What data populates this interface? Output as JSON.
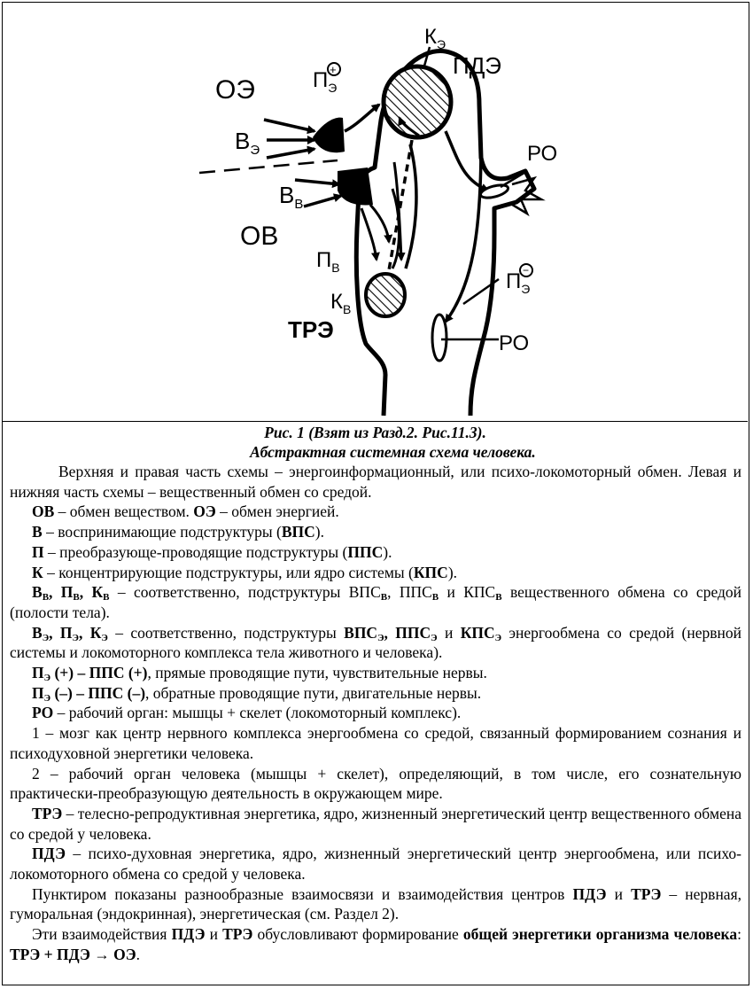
{
  "diagram": {
    "labels": {
      "oe": "ОЭ",
      "ov": "ОВ",
      "ve": "В",
      "ve_sub": "Э",
      "vv": "В",
      "vv_sub": "В",
      "pe_plus": "П",
      "pe_plus_sub": "Э",
      "plus_sign": "+",
      "pe_minus": "П",
      "pe_minus_sub": "Э",
      "minus_sign": "−",
      "pv": "П",
      "pv_sub": "В",
      "ke": "К",
      "ke_sub": "Э",
      "kv": "К",
      "kv_sub": "В",
      "pde": "ПДЭ",
      "tre": "ТРЭ",
      "ro_top": "РО",
      "ro_bottom": "РО"
    }
  },
  "caption": {
    "line1": "Рис. 1 (Взят из Разд.2. Рис.11.3).",
    "line2": "Абстрактная системная схема человека."
  },
  "text": {
    "intro": "Верхняя и правая часть схемы – энергоинформационный, или психо-локомоторный обмен. Левая и нижняя часть схемы – вещественный обмен со средой.",
    "ov_term": "ОВ",
    "ov_def": " – обмен веществом. ",
    "oe_term": "ОЭ",
    "oe_def": " – обмен энергией.",
    "b_term": "В",
    "b_def": " – воспринимающие подструктуры (",
    "b_abbr": "ВПС",
    "b_end": ").",
    "p_term": "П",
    "p_def": " – преобразующе-проводящие подструктуры (",
    "p_abbr": "ППС",
    "p_end": ").",
    "k_term": "К",
    "k_def": " – концентрирующие подструктуры, или ядро системы (",
    "k_abbr": "КПС",
    "k_end": ").",
    "bv_terms": "В",
    "bv_sub": "В",
    "bv_sep1": ", П",
    "bv_sep2": ", К",
    "bv_def1": " – соответственно, подструктуры ВПС",
    "bv_def2": ", ППС",
    "bv_def3": " и КПС",
    "bv_def4": " вещественного обмена со средой (полости тела).",
    "be_term": "В",
    "be_sub": "Э",
    "be_sep1": ", П",
    "be_sep2": ", К",
    "be_def1": " – соответственно, подструктуры ",
    "be_abbr1": "ВПС",
    "be_abbr2": ", ППС",
    "be_abbr3": "КПС",
    "be_and": " и ",
    "be_def2": " энергообмена со средой (нервной системы и локомоторного комплекса тела животного и человека).",
    "pe_plus_term": "П",
    "pe_plus_rest": " (+) – ППС (+)",
    "pe_plus_def": ", прямые проводящие пути, чувствительные нервы.",
    "pe_minus_term": "П",
    "pe_minus_rest": " (–) – ППС (–)",
    "pe_minus_def": ", обратные проводящие пути, двигательные нервы.",
    "ro_term": "РО",
    "ro_def": " – рабочий орган: мышцы + скелет (локомоторный комплекс).",
    "item1": "1 – мозг как центр нервного комплекса энергообмена со средой, связанный формированием сознания и психодуховной энергетики человека.",
    "item2": "2 – рабочий орган человека (мышцы + скелет), определяющий, в том числе, его сознательную практически-преобразующую деятельность в окружающем мире.",
    "tre_term": "ТРЭ",
    "tre_def": " – телесно-репродуктивная энергетика, ядро, жизненный энергетический центр вещественного обмена со средой у человека.",
    "pde_term": "ПДЭ",
    "pde_def": " – психо-духовная энергетика, ядро, жизненный энергетический центр энергообмена, или психо-локомоторного обмена со средой у человека.",
    "dotted_def1": "Пунктиром показаны разнообразные взаимосвязи и взаимодействия центров ",
    "dotted_pde": "ПДЭ",
    "dotted_and": " и ",
    "dotted_tre": "ТРЭ",
    "dotted_def2": " – нервная, гуморальная (эндокринная), энергетическая (см. Раздел 2).",
    "final1": "Эти взаимодействия ",
    "final_pde": "ПДЭ",
    "final_and": " и ",
    "final_tre": "ТРЭ",
    "final2": " обусловливают формирование ",
    "final_bold": "общей энергетики организма человека",
    "final3": ":  ",
    "final_formula": "ТРЭ + ПДЭ → ОЭ",
    "final_end": "."
  }
}
